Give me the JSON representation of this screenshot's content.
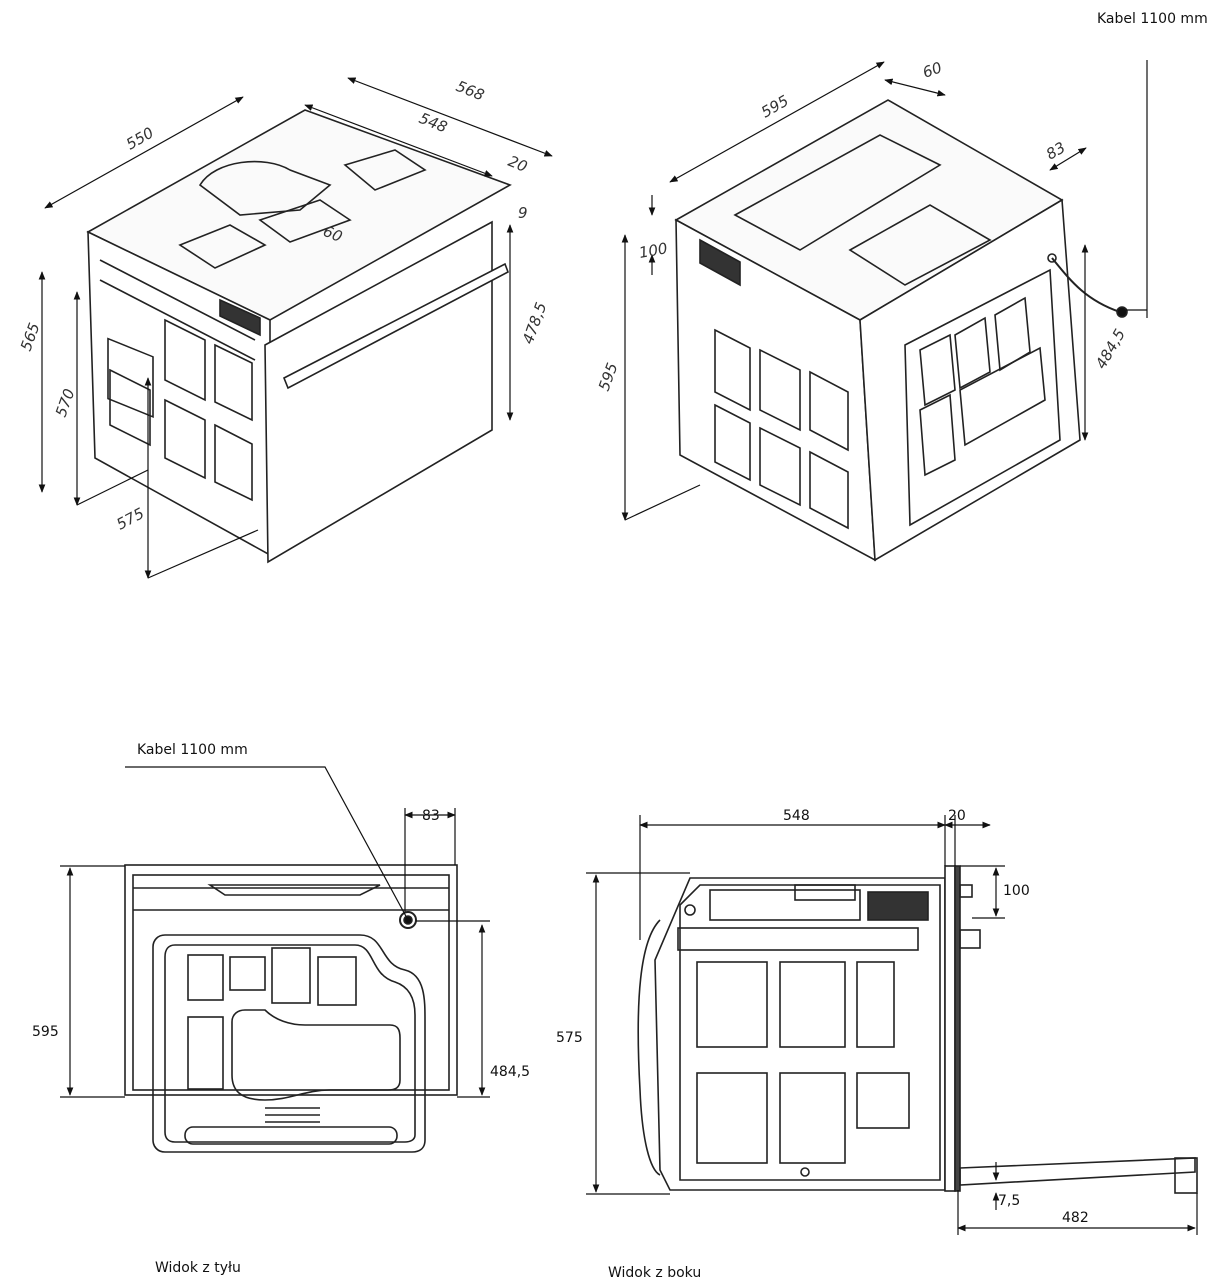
{
  "top_left_dims": {
    "d550": "550",
    "d568": "568",
    "d548": "548",
    "d20": "20",
    "d9": "9",
    "d60": "60",
    "d565": "565",
    "d570": "570",
    "d575": "575",
    "d478": "478,5"
  },
  "top_right_dims": {
    "cable": "Kabel 1100 mm",
    "d595w": "595",
    "d60": "60",
    "d83": "83",
    "d100": "100",
    "d595h": "595",
    "d484": "484,5"
  },
  "rear_view": {
    "cable": "Kabel 1100 mm",
    "d83": "83",
    "d595": "595",
    "d484": "484,5",
    "caption": "Widok z tyłu"
  },
  "side_view": {
    "d548": "548",
    "d20": "20",
    "d100": "100",
    "d575": "575",
    "d7": "7,5",
    "d482": "482",
    "caption": "Widok z boku"
  }
}
